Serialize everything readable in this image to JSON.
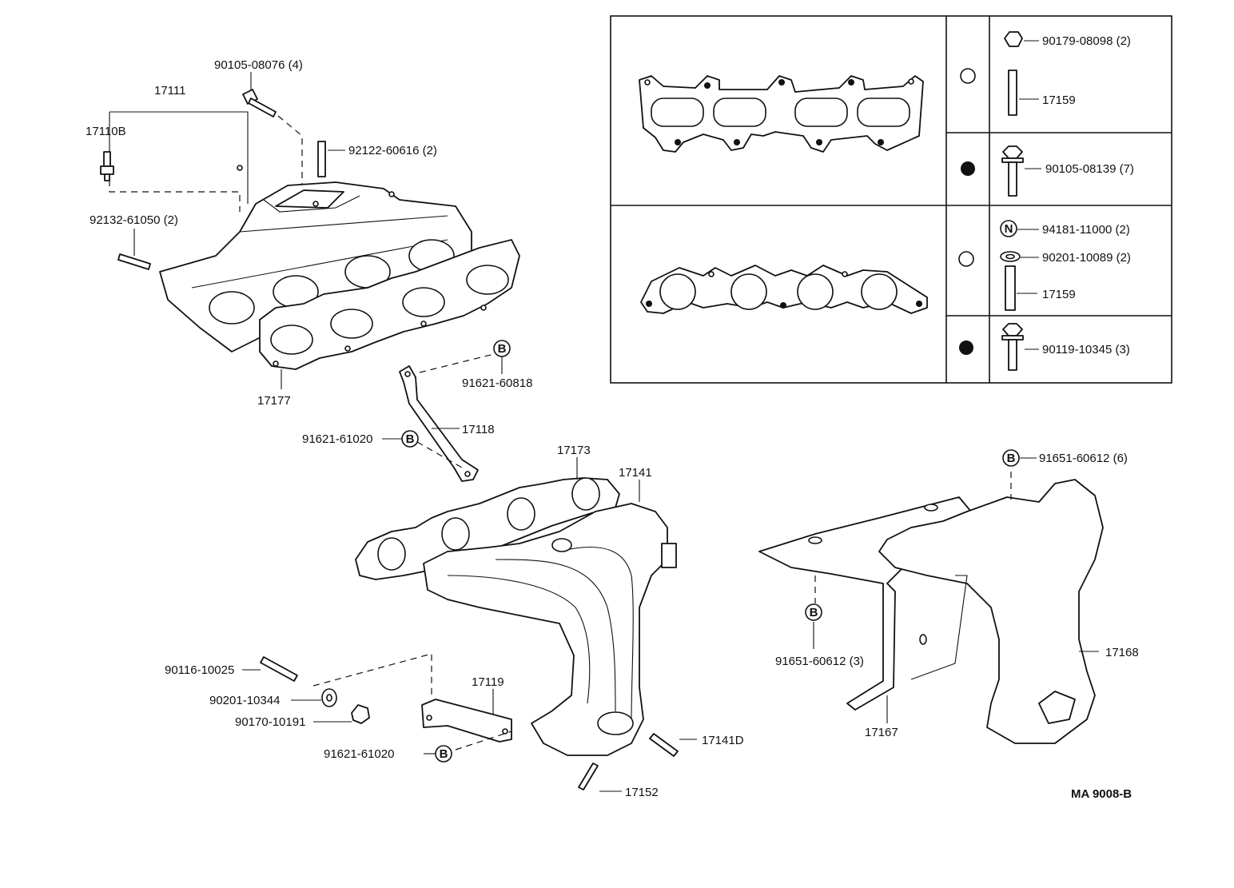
{
  "labels": {
    "p17111": "17111",
    "p17110b": "17110B",
    "p90105_08076": "90105-08076 (4)",
    "p92122_60616": "92122-60616 (2)",
    "p92132_61050": "92132-61050 (2)",
    "p17177": "17177",
    "p91621_60818": "91621-60818",
    "p17118": "17118",
    "p91621_61020_a": "91621-61020",
    "p17173": "17173",
    "p17141": "17141",
    "p90116_10025": "90116-10025",
    "p90201_10344": "90201-10344",
    "p90170_10191": "90170-10191",
    "p17119": "17119",
    "p91621_61020_b": "91621-61020",
    "p17141d": "17141D",
    "p17152": "17152",
    "p91651_60612_6": "91651-60612 (6)",
    "p91651_60612_3": "91651-60612 (3)",
    "p17168": "17168",
    "p17167": "17167",
    "p90179_08098": "90179-08098 (2)",
    "p17159_a": "17159",
    "p90105_08139": "90105-08139 (7)",
    "p94181_11000": "94181-11000 (2)",
    "p90201_10089": "90201-10089 (2)",
    "p17159_b": "17159",
    "p90119_10345": "90119-10345 (3)",
    "diagram_code": "MA  9008-B"
  },
  "markers": {
    "b": "B",
    "n": "N"
  },
  "legend": {
    "open_circle_meaning": "open-circle-icon",
    "filled_circle_meaning": "filled-circle-icon"
  }
}
